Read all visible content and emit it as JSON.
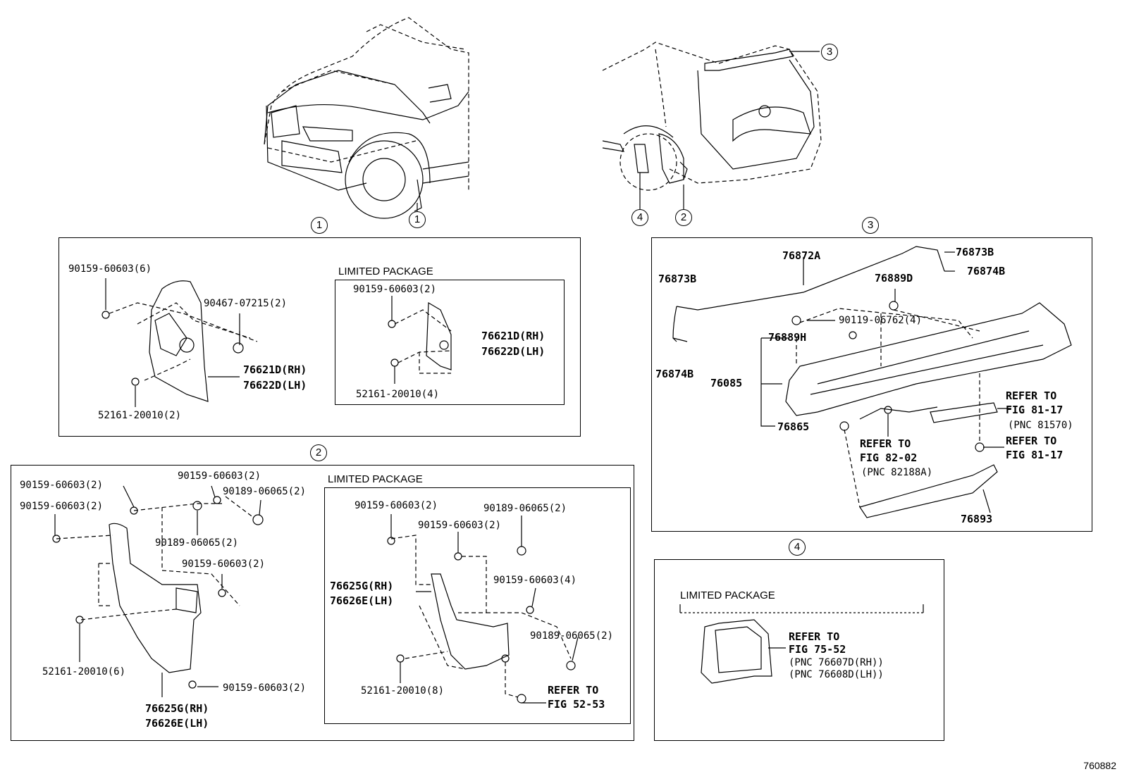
{
  "callouts": {
    "c1": "1",
    "c2": "2",
    "c3": "3",
    "c4": "4"
  },
  "section1": {
    "bolt_a": "90159-60603(6)",
    "clip_a": "90467-07215(2)",
    "screw_a": "52161-20010(2)",
    "part_rh": "76621D(RH)",
    "part_lh": "76622D(LH)",
    "limited": {
      "header": "LIMITED PACKAGE",
      "bolt": "90159-60603(2)",
      "screw": "52161-20010(4)",
      "part_rh": "76621D(RH)",
      "part_lh": "76622D(LH)"
    }
  },
  "section2": {
    "bolt_top": "90159-60603(2)",
    "bolt_left1": "90159-60603(2)",
    "bolt_left2": "90159-60603(2)",
    "nut_top": "90189-06065(2)",
    "nut_mid": "90189-06065(2)",
    "bolt_mid": "90159-60603(2)",
    "screw": "52161-20010(6)",
    "bolt_bottom": "90159-60603(2)",
    "part_rh": "76625G(RH)",
    "part_lh": "76626E(LH)",
    "limited": {
      "header": "LIMITED PACKAGE",
      "bolt_a": "90159-60603(2)",
      "nut_a": "90189-06065(2)",
      "bolt_b": "90159-60603(2)",
      "bolt_c": "90159-60603(4)",
      "nut_b": "90189-06065(2)",
      "screw": "52161-20010(8)",
      "part_rh": "76625G(RH)",
      "part_lh": "76626E(LH)",
      "refer_1": "REFER TO",
      "refer_2": "FIG 52-53"
    }
  },
  "section3": {
    "p76872a": "76872A",
    "p76873b_r": "76873B",
    "p76874b_r": "76874B",
    "p76873b_l": "76873B",
    "p76874b_l": "76874B",
    "p76889d": "76889D",
    "clip": "90119-06762(4)",
    "p76889h": "76889H",
    "p76085": "76085",
    "p76865": "76865",
    "p76893": "76893",
    "ref_a1": "REFER TO",
    "ref_a2": "FIG 81-17",
    "ref_a3": "(PNC 81570)",
    "ref_b1": "REFER TO",
    "ref_b2": "FIG 82-02",
    "ref_b3": "(PNC 82188A)",
    "ref_c1": "REFER TO",
    "ref_c2": "FIG 81-17"
  },
  "section4": {
    "header": "LIMITED PACKAGE",
    "ref1": "REFER TO",
    "ref2": "FIG 75-52",
    "ref3": "(PNC 76607D(RH))",
    "ref4": "(PNC 76608D(LH))"
  },
  "figure_number": "760882"
}
